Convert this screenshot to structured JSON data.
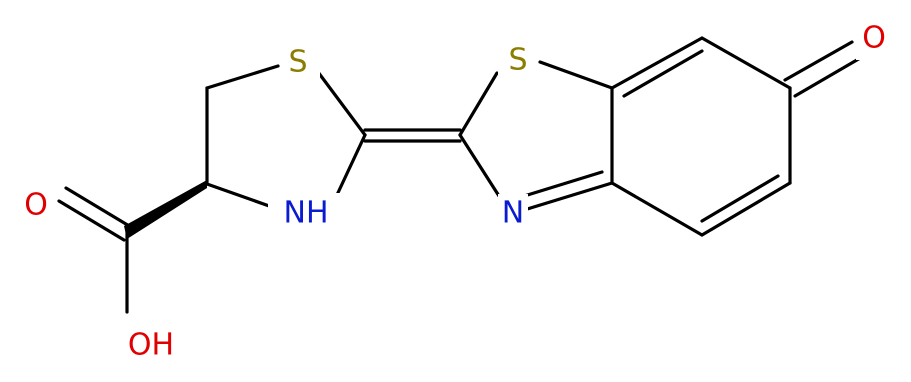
{
  "molecule": {
    "atoms": {
      "S1": {
        "symbol": "S",
        "color": "#8b7d00"
      },
      "S2": {
        "symbol": "S",
        "color": "#8b7d00"
      },
      "N1": {
        "symbol": "NH",
        "color": "#0a1cd1"
      },
      "N2": {
        "symbol": "N",
        "color": "#0a1cd1"
      },
      "O1": {
        "symbol": "O",
        "color": "#e00000"
      },
      "O2": {
        "symbol": "O",
        "color": "#e00000"
      },
      "O3": {
        "symbol": "OH",
        "color": "#e00000"
      }
    },
    "bond_color": "#000000"
  }
}
